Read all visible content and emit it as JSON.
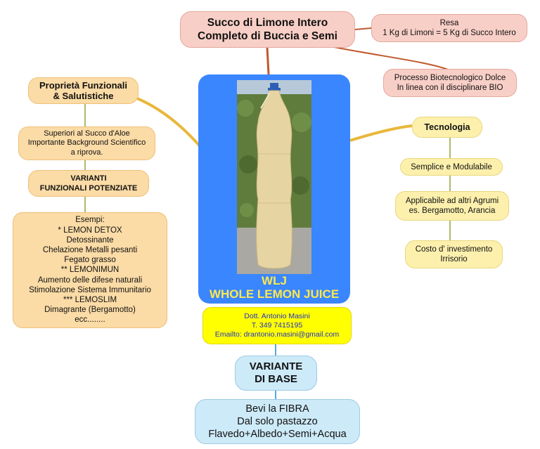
{
  "root": {
    "lines": [
      "Succo di Limone Intero",
      "Completo di Buccia e Semi"
    ]
  },
  "resa": {
    "lines": [
      "Resa",
      "1 Kg di Limoni = 5 Kg di Succo Intero"
    ]
  },
  "processo": {
    "lines": [
      "Processo Biotecnologico Dolce",
      "In linea con il disciplinare BIO"
    ]
  },
  "proprieta": {
    "lines": [
      "Proprietà Funzionali",
      "& Salutistiche"
    ]
  },
  "superiori": {
    "lines": [
      "Superiori al Succo d'Aloe",
      "Importante Background Scientifico",
      "a riprova."
    ]
  },
  "varianti": {
    "lines": [
      "VARIANTI",
      "FUNZIONALI POTENZIATE"
    ]
  },
  "esempi": {
    "lines": [
      "Esempi:",
      "* LEMON DETOX",
      "Detossinante",
      "Chelazione Metalli pesanti",
      "Fegato grasso",
      "** LEMONIMUN",
      "Aumento delle difese naturali",
      "Stimolazione Sistema Immunitario",
      "*** LEMOSLIM",
      "Dimagrante (Bergamotto)",
      "ecc........"
    ]
  },
  "tecnologia": {
    "label": "Tecnologia"
  },
  "semplice": {
    "label": "Semplice e Modulabile"
  },
  "applicabile": {
    "lines": [
      "Applicabile ad altri Agrumi",
      "es. Bergamotto, Arancia"
    ]
  },
  "costo": {
    "lines": [
      "Costo d' investimento",
      "Irrisorio"
    ]
  },
  "center": {
    "title_lines": [
      "WLJ",
      "WHOLE LEMON JUICE"
    ]
  },
  "contact": {
    "lines": [
      "Dott. Antonio Masini",
      "T. 349 7415195",
      "Emailto: drantonio.masini@gmail.com"
    ]
  },
  "variante_base": {
    "lines": [
      "VARIANTE",
      "DI BASE"
    ]
  },
  "fibra": {
    "lines": [
      "Bevi la FIBRA",
      "Dal solo pastazzo",
      "Flavedo+Albedo+Semi+Acqua"
    ]
  },
  "colors": {
    "root_fill": "#f8cfc7",
    "orange_fill": "#fbdba6",
    "yellow_fill": "#fdf0ad",
    "blue_fill": "#cdeaf8",
    "center_fill": "#3a86ff",
    "title_text": "#ffe94a",
    "contact_fill": "#ffff00",
    "contact_text": "#2230cc"
  }
}
